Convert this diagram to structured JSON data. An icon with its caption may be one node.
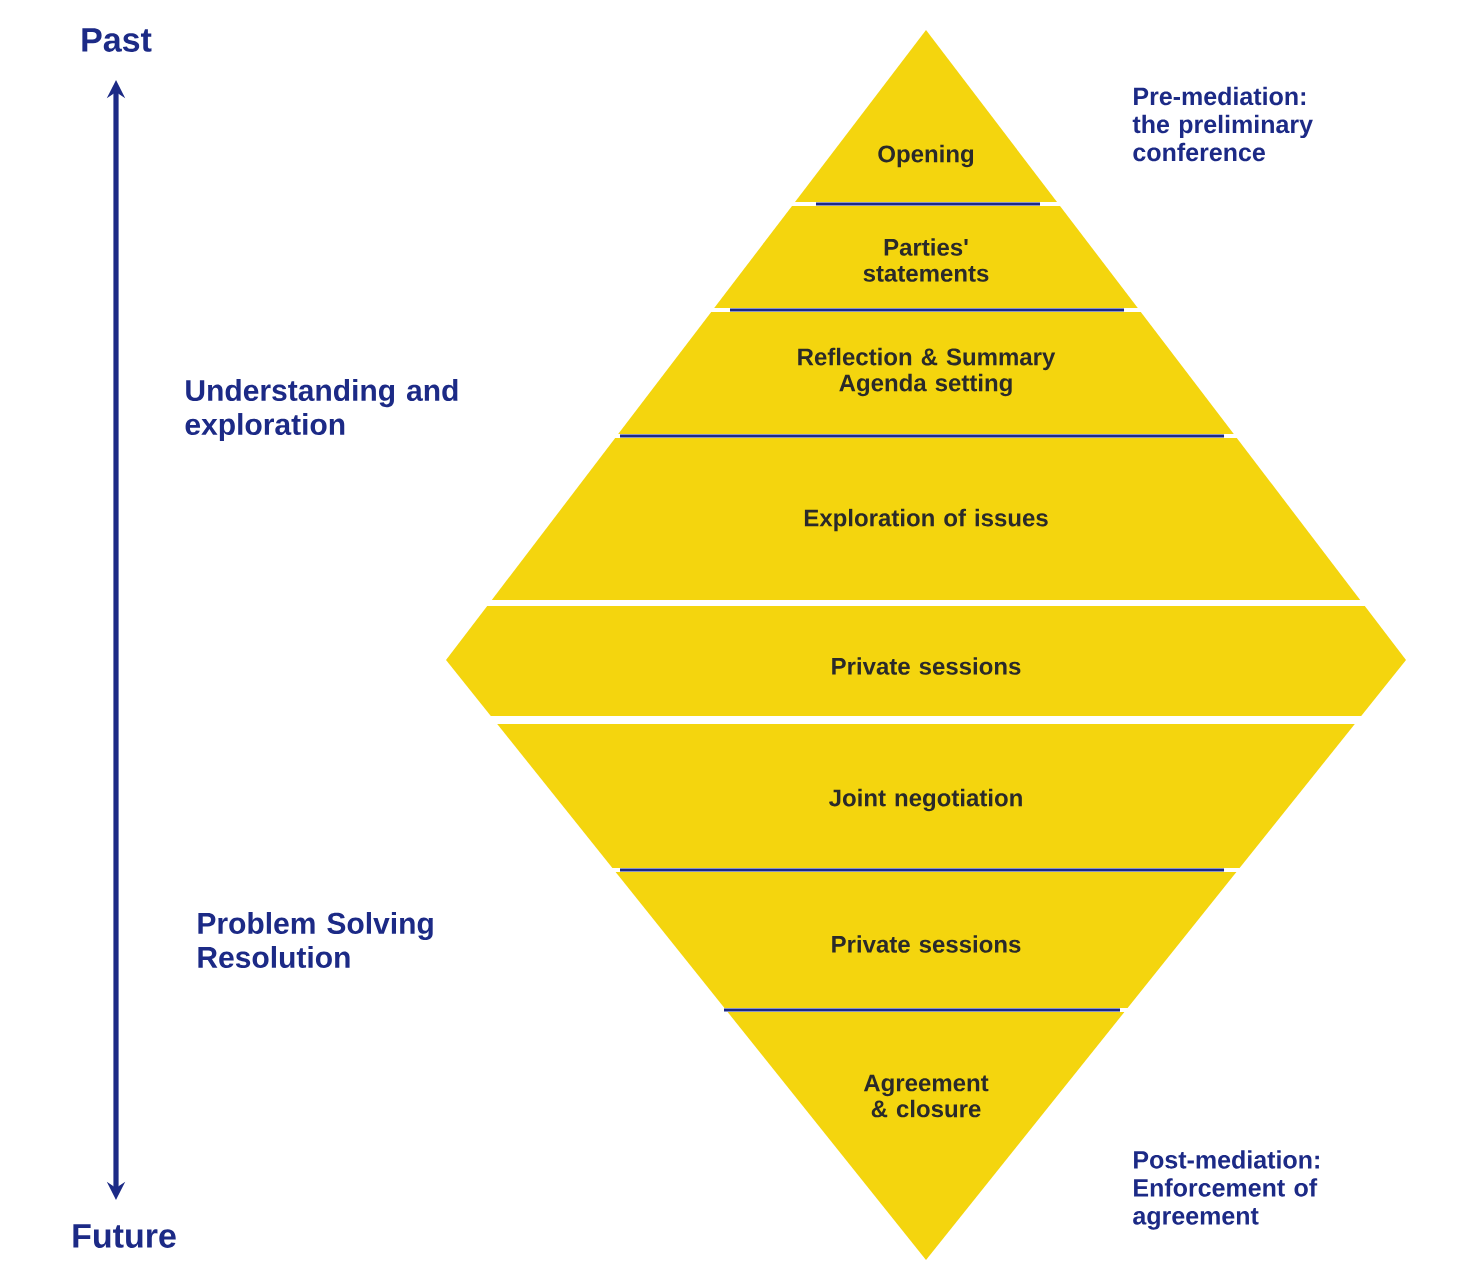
{
  "diagram": {
    "nodes": [
      {
        "text": [
          "Opening"
        ]
      },
      {
        "text": [
          "Parties' statements"
        ]
      },
      {
        "text": [
          "Reflection & Summary Agenda setting"
        ]
      },
      {
        "text": [
          "Exploration of issues"
        ]
      },
      {
        "text": [
          "Private sessions"
        ]
      },
      {
        "text": [
          "Joint negotiation"
        ]
      },
      {
        "text": [
          "Private sessions"
        ]
      },
      {
        "text": [
          "Agreement & closure"
        ]
      }
    ],
    "labels": [
      "Past",
      "Pre-mediation: the preliminary conference",
      "Understanding and exploration",
      "Problem Solving Resolution",
      "Post-mediation: Enforcement of agreement",
      "Future"
    ]
  }
}
